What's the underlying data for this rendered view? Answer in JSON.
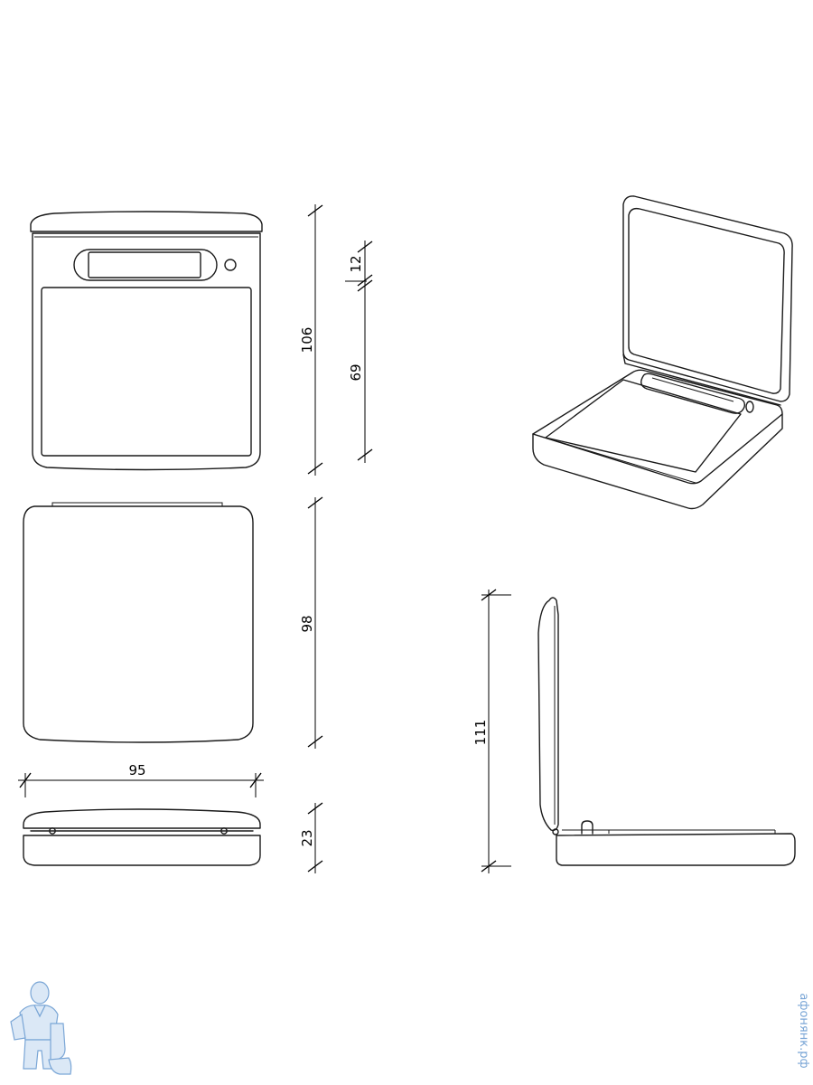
{
  "dimensions": {
    "front_height": "106",
    "hinge_band": "12",
    "plate_height": "69",
    "back_height": "98",
    "width": "95",
    "thickness": "23",
    "open_height": "111"
  },
  "watermark": {
    "text": "афонянк.рф",
    "color": "#7aa6d6"
  }
}
